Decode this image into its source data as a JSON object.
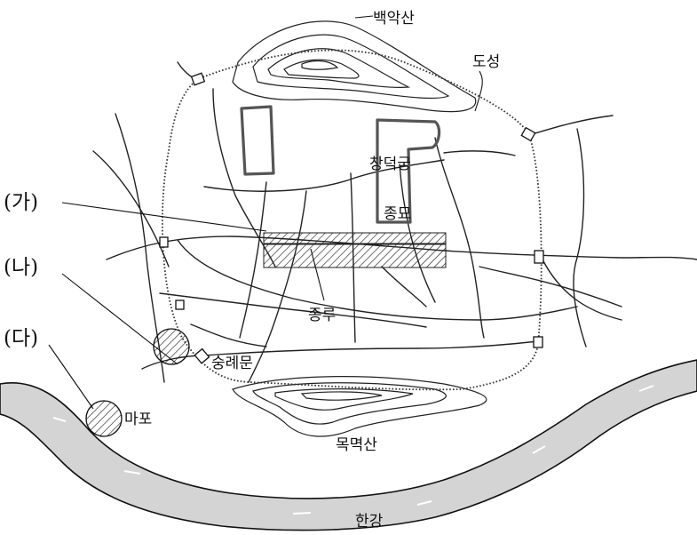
{
  "labels": {
    "baegaksan": "백악산",
    "doseong": "도성",
    "changdeokgung": "창덕궁",
    "jongmyo": "종묘",
    "jongru": "종루",
    "sungnyemun": "숭례문",
    "mapo": "마포",
    "mongmyeoksan": "목멱산",
    "hangang": "한강"
  },
  "markers": {
    "ga": "(가)",
    "na": "(나)",
    "da": "(다)"
  },
  "colors": {
    "river_fill": "#d4d4d4",
    "ink": "#111111"
  }
}
